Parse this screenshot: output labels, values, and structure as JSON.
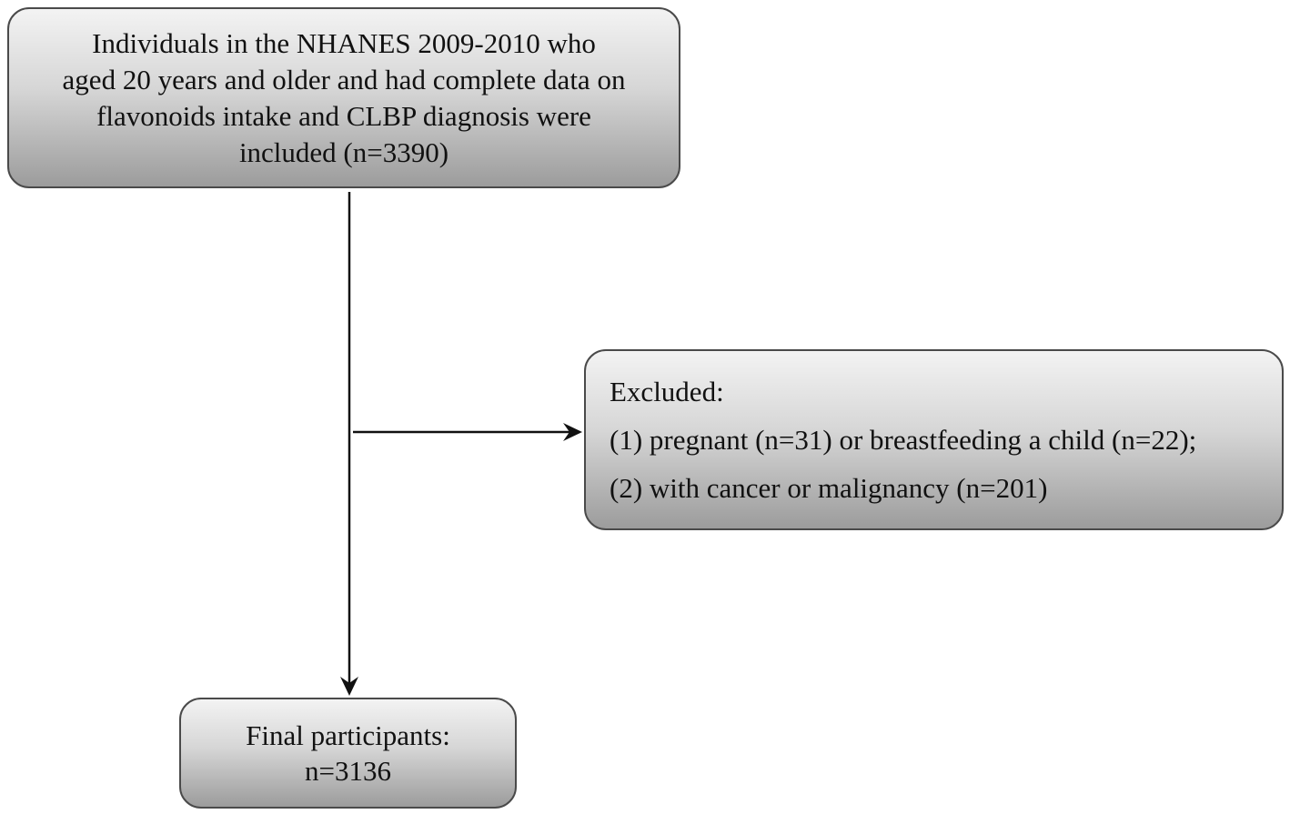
{
  "top_box": {
    "text": "Individuals in the NHANES 2009-2010 who\naged 20 years and older and  had complete data on\nflavonoids intake and CLBP diagnosis were\nincluded (n=3390)"
  },
  "excluded_box": {
    "heading": "Excluded:",
    "items": [
      "(1) pregnant (n=31) or breastfeeding a child (n=22);",
      "(2) with cancer or malignancy (n=201)"
    ]
  },
  "final_box": {
    "title": "Final participants:",
    "count": "n=3136"
  },
  "colors": {
    "border": "#4a4a4a",
    "gradient_top": "#f3f3f3",
    "gradient_bottom": "#9c9c9c",
    "arrow": "#111111"
  }
}
